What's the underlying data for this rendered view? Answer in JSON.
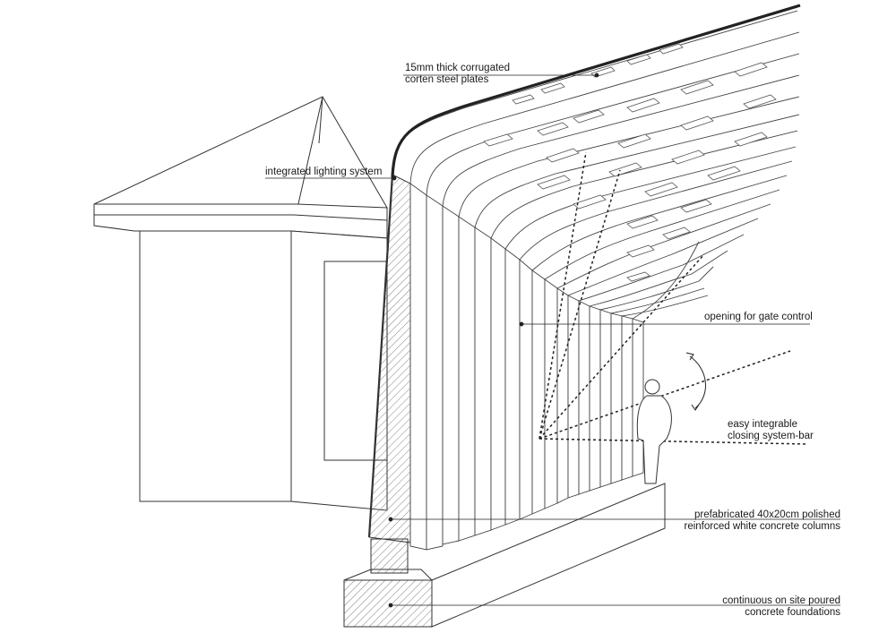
{
  "labels": {
    "corten": {
      "line1": "15mm thick corrugated",
      "line2": "corten steel plates"
    },
    "lighting": "integrated lighting system",
    "gate_opening": "opening for gate control",
    "closing_bar": {
      "line1": "easy integrable",
      "line2": "closing system-bar"
    },
    "columns": {
      "line1": "prefabricated 40x20cm polished",
      "line2": "reinforced white concrete columns"
    },
    "foundations": {
      "line1": "continuous on site poured",
      "line2": "concrete foundations"
    }
  },
  "colors": {
    "ink": "#1a1a1a",
    "hatch": "#555555",
    "paper": "#ffffff"
  }
}
